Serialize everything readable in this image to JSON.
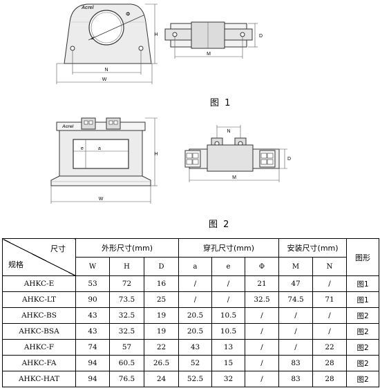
{
  "figure1": {
    "caption": "图 1",
    "brand": "Acrel",
    "dims": {
      "phi": "Φ",
      "h": "H",
      "n": "N",
      "w": "W",
      "d": "D",
      "m": "M"
    }
  },
  "figure2": {
    "caption": "图 2",
    "brand": "Acrel",
    "dims": {
      "e": "e",
      "a": "a",
      "h": "H",
      "w": "W",
      "n": "N",
      "d": "D",
      "m": "M"
    }
  },
  "table": {
    "corner_top": "尺寸",
    "corner_bottom": "规格",
    "groups": [
      "外形尺寸(mm)",
      "穿孔尺寸(mm)",
      "安装尺寸(mm)"
    ],
    "shape_header": "图形",
    "subheaders": [
      "W",
      "H",
      "D",
      "a",
      "e",
      "Φ",
      "M",
      "N"
    ],
    "rows": [
      {
        "model": "AHKC-E",
        "W": "53",
        "H": "72",
        "D": "16",
        "a": "/",
        "e": "/",
        "phi": "21",
        "M": "47",
        "N": "/",
        "fig": "图1"
      },
      {
        "model": "AHKC-LT",
        "W": "90",
        "H": "73.5",
        "D": "25",
        "a": "/",
        "e": "/",
        "phi": "32.5",
        "M": "74.5",
        "N": "71",
        "fig": "图1"
      },
      {
        "model": "AHKC-BS",
        "W": "43",
        "H": "32.5",
        "D": "19",
        "a": "20.5",
        "e": "10.5",
        "phi": "/",
        "M": "/",
        "N": "/",
        "fig": "图2"
      },
      {
        "model": "AHKC-BSA",
        "W": "43",
        "H": "32.5",
        "D": "19",
        "a": "20.5",
        "e": "10.5",
        "phi": "/",
        "M": "/",
        "N": "/",
        "fig": "图2"
      },
      {
        "model": "AHKC-F",
        "W": "74",
        "H": "57",
        "D": "22",
        "a": "43",
        "e": "13",
        "phi": "/",
        "M": "/",
        "N": "22",
        "fig": "图2"
      },
      {
        "model": "AHKC-FA",
        "W": "94",
        "H": "60.5",
        "D": "26.5",
        "a": "52",
        "e": "15",
        "phi": "/",
        "M": "83",
        "N": "28",
        "fig": "图2"
      },
      {
        "model": "AHKC-HAT",
        "W": "94",
        "H": "76.5",
        "D": "24",
        "a": "52.5",
        "e": "32",
        "phi": "/",
        "M": "83",
        "N": "28",
        "fig": "图2"
      }
    ]
  }
}
